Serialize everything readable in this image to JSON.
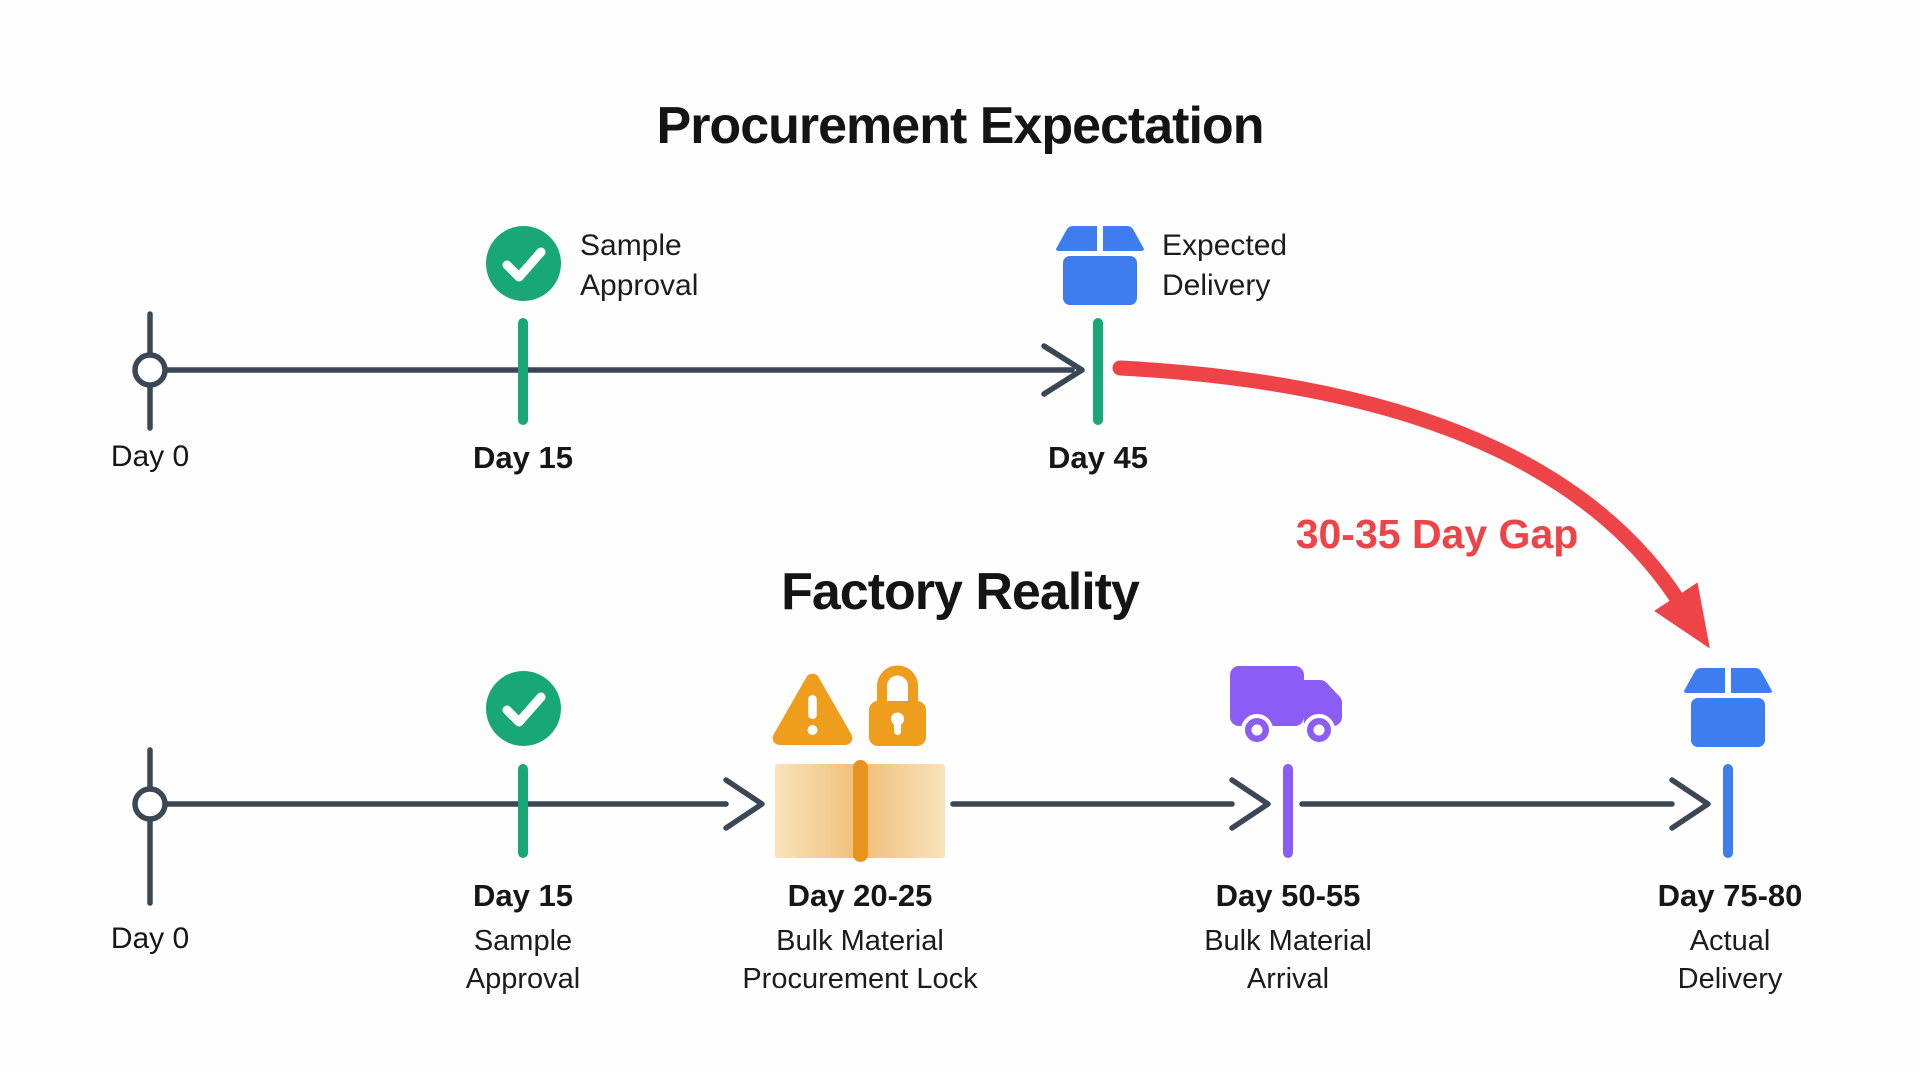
{
  "colors": {
    "dark": "#3b4754",
    "green": "#18a877",
    "blue": "#3d7df0",
    "orange": "#ee9d1d",
    "orange-deep": "#e8941c",
    "purple": "#8b5cf6",
    "red": "#ee4448"
  },
  "expectation": {
    "title": "Procurement Expectation",
    "day0": {
      "label": "Day 0"
    },
    "day15": {
      "label": "Day 15",
      "caption_line1": "Sample",
      "caption_line2": "Approval"
    },
    "day45": {
      "label": "Day 45",
      "caption_line1": "Expected",
      "caption_line2": "Delivery"
    }
  },
  "gap": {
    "label": "30-35 Day Gap"
  },
  "reality": {
    "title": "Factory Reality",
    "day0": {
      "label": "Day 0"
    },
    "day15": {
      "label": "Day 15",
      "caption_line1": "Sample",
      "caption_line2": "Approval"
    },
    "day20_25": {
      "label": "Day 20-25",
      "caption_line1": "Bulk Material",
      "caption_line2": "Procurement Lock"
    },
    "day50_55": {
      "label": "Day 50-55",
      "caption_line1": "Bulk Material",
      "caption_line2": "Arrival"
    },
    "day75_80": {
      "label": "Day 75-80",
      "caption_line1": "Actual",
      "caption_line2": "Delivery"
    }
  },
  "icons": {
    "check_circle": "green circle with white checkmark",
    "package": "blue shipping box",
    "warning": "orange warning triangle",
    "lock": "orange padlock",
    "truck": "purple delivery truck",
    "gap_arrow": "red curved arrow"
  }
}
